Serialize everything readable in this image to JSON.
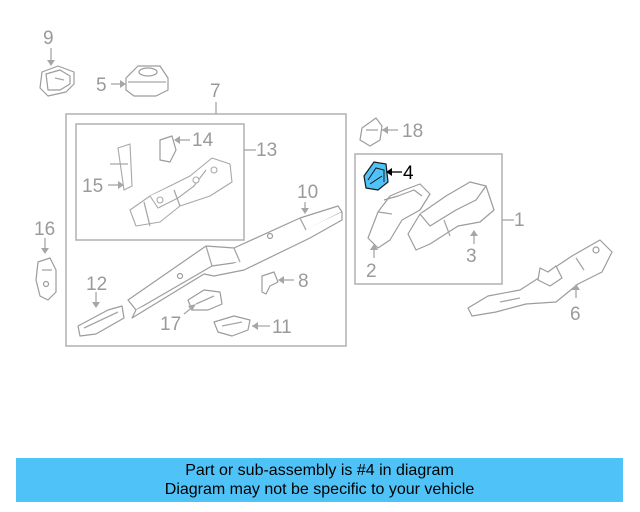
{
  "callouts": {
    "c1": "1",
    "c2": "2",
    "c3": "3",
    "c4": "4",
    "c5": "5",
    "c6": "6",
    "c7": "7",
    "c8": "8",
    "c9": "9",
    "c10": "10",
    "c11": "11",
    "c12": "12",
    "c13": "13",
    "c14": "14",
    "c15": "15",
    "c16": "16",
    "c17": "17",
    "c18": "18"
  },
  "highlight": {
    "part": "4",
    "color": "#4fc3f7"
  },
  "banner": {
    "line1": "Part or sub-assembly is #4 in diagram",
    "line2": "Diagram may not be specific to your vehicle",
    "background": "#4fc3f7"
  }
}
